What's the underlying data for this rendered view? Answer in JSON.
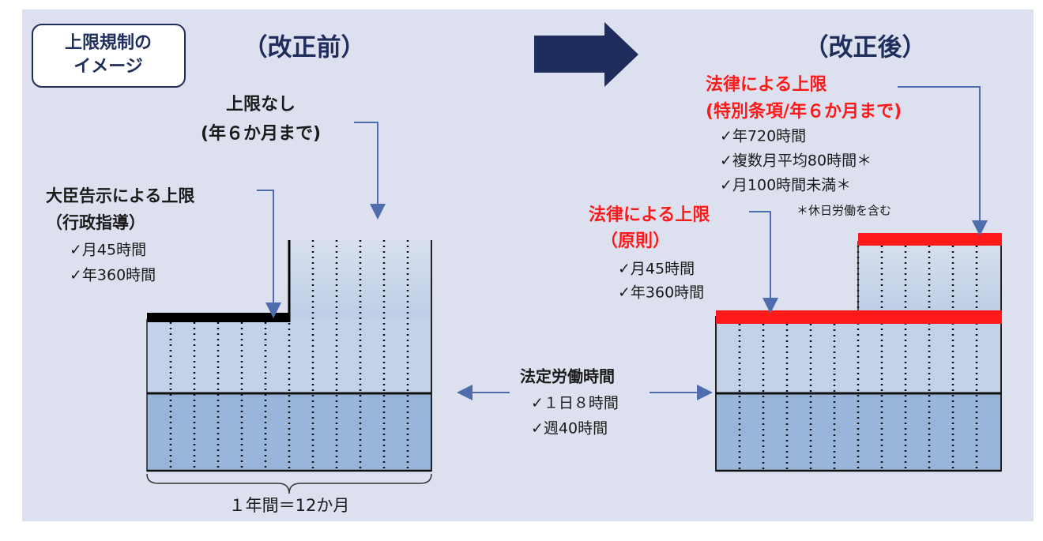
{
  "badge": {
    "line1": "上限規制の",
    "line2": "イメージ"
  },
  "before": {
    "heading": "（改正前）",
    "no_limit": {
      "line1": "上限なし",
      "line2": "(年６か月まで)"
    },
    "minister": {
      "title": "大臣告示による上限",
      "subtitle": "（行政指導）",
      "checks": [
        "✓月45時間",
        "✓年360時間"
      ]
    },
    "period": "１年間＝12か月"
  },
  "after": {
    "heading": "（改正後）",
    "special": {
      "title": "法律による上限",
      "subtitle": "(特別条項/年６か月まで)",
      "checks": [
        "✓年720時間",
        "✓複数月平均80時間＊",
        "✓月100時間未満＊"
      ],
      "note": "＊休日労働を含む"
    },
    "principle": {
      "title": "法律による上限",
      "subtitle": "（原則）",
      "checks": [
        "✓月45時間",
        "✓年360時間"
      ]
    }
  },
  "legal_hours": {
    "title": "法定労働時間",
    "checks": [
      "✓１日８時間",
      "✓週40時間"
    ]
  },
  "colors": {
    "panel": "#dde1ef",
    "navy": "#1f2d5c",
    "red": "#ff1a1a",
    "light_fill": "#c3d2e8",
    "dark_fill": "#98b4d8",
    "leader": "#4f6cad"
  }
}
